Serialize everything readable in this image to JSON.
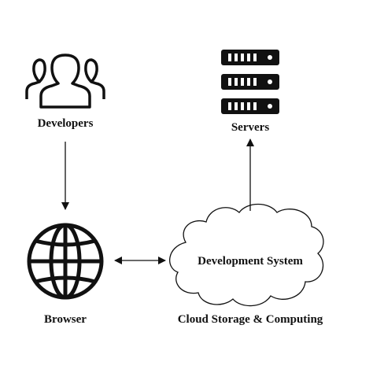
{
  "nodes": {
    "developers": {
      "label": "Developers",
      "icon": "people-group-icon"
    },
    "servers": {
      "label": "Servers",
      "icon": "server-rack-icon"
    },
    "browser": {
      "label": "Browser",
      "icon": "globe-icon"
    },
    "cloud": {
      "label": "Cloud Storage & Computing",
      "inner_label": "Development System",
      "icon": "cloud-icon"
    }
  },
  "edges": [
    {
      "from": "Developers",
      "to": "Browser",
      "direction": "one-way"
    },
    {
      "from": "Browser",
      "to": "Development System",
      "direction": "two-way"
    },
    {
      "from": "Development System",
      "to": "Servers",
      "direction": "one-way"
    }
  ],
  "colors": {
    "stroke": "#111111",
    "background": "#ffffff"
  }
}
